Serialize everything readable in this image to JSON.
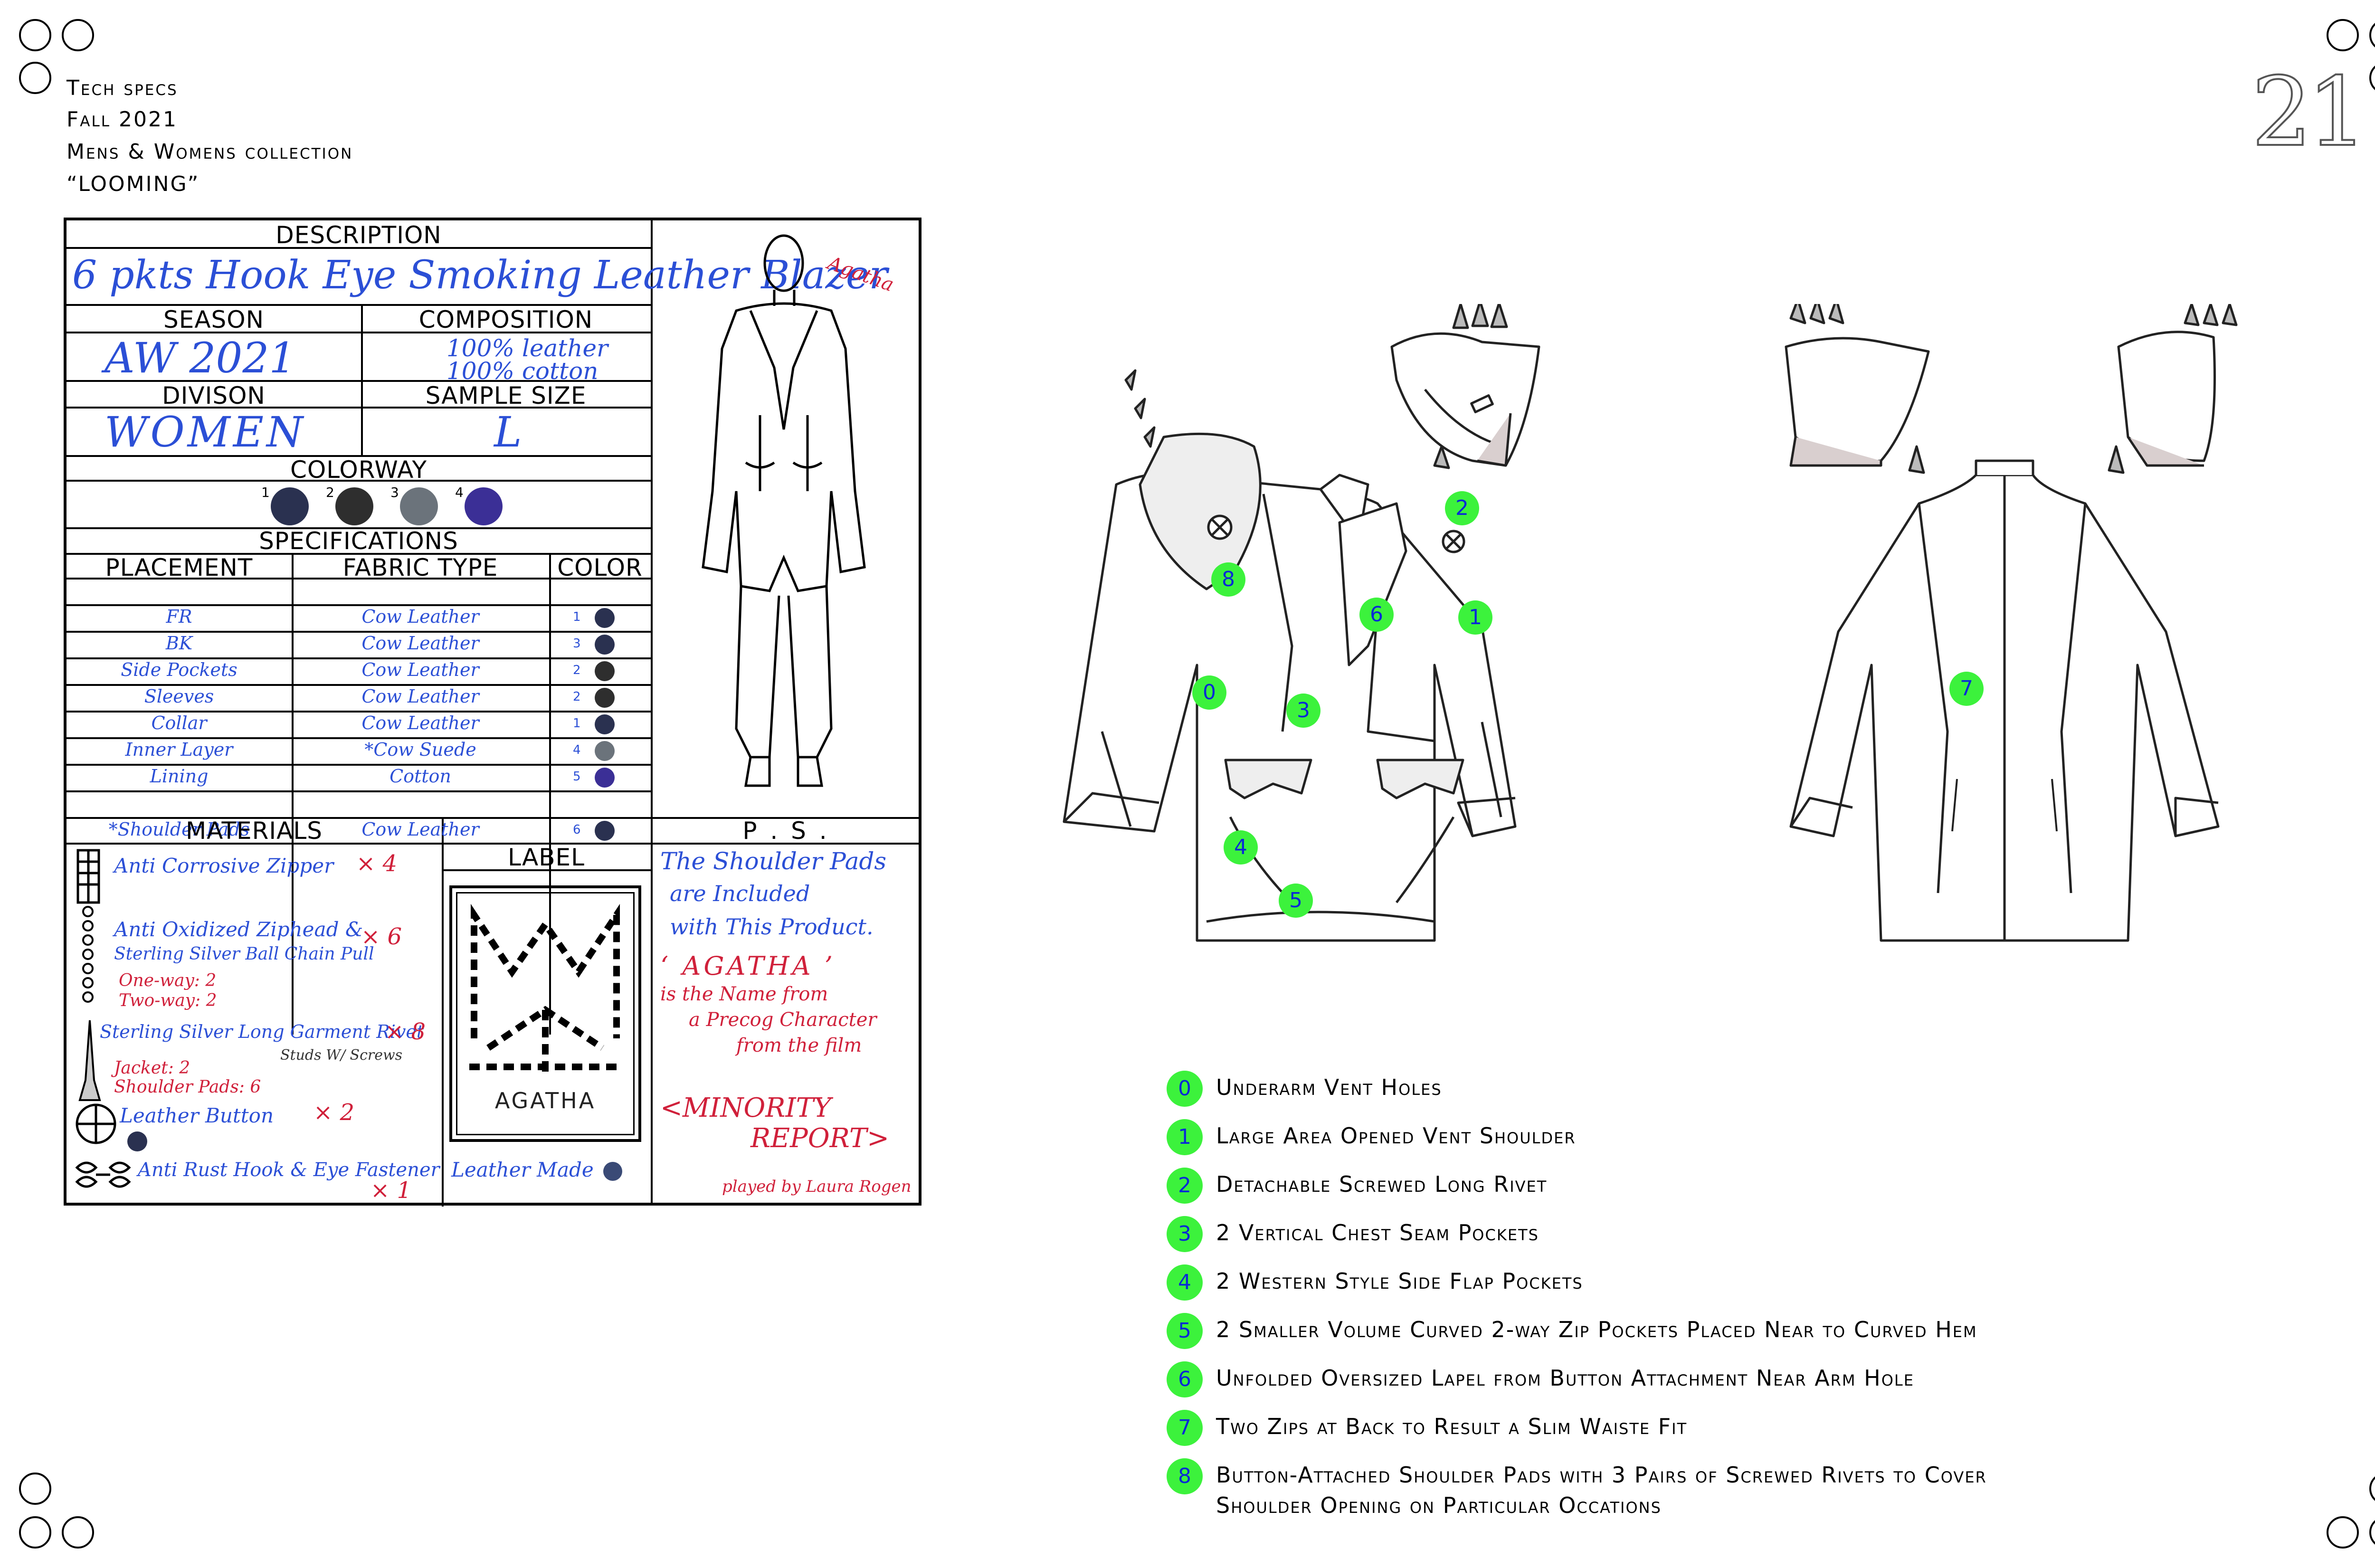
{
  "header": {
    "line1": "Tech specs",
    "line2": "Fall 2021",
    "line3": "Mens & Womens collection",
    "line4": "“LOOMING”",
    "page_number": "21"
  },
  "sheet": {
    "description_label": "DESCRIPTION",
    "description_value": "6 pkts Hook Eye Smoking Leather Blazer",
    "season_label": "SEASON",
    "season_value": "AW 2021",
    "composition_label": "COMPOSITION",
    "composition_line1": "100% leather",
    "composition_line2": "100% cotton",
    "division_label": "DIVISON",
    "division_value": "WOMEN",
    "sample_size_label": "SAMPLE SIZE",
    "sample_size_value": "L",
    "colorway_label": "COLORWAY",
    "colorway": [
      {
        "num": "1",
        "color": "#2a3150"
      },
      {
        "num": "2",
        "color": "#2e2e2e"
      },
      {
        "num": "3",
        "color": "#6b737b"
      },
      {
        "num": "4",
        "color": "#3b2f96"
      }
    ],
    "specifications_label": "SPECIFICATIONS",
    "spec_headers": [
      "PLACEMENT",
      "FABRIC TYPE",
      "COLOR"
    ],
    "spec_rows": [
      {
        "placement": "FR",
        "fabric": "Cow Leather",
        "num": "1",
        "color": "#2a3150"
      },
      {
        "placement": "BK",
        "fabric": "Cow Leather",
        "num": "3",
        "color": "#2a3150"
      },
      {
        "placement": "Side Pockets",
        "fabric": "Cow Leather",
        "num": "2",
        "color": "#2e2e2e"
      },
      {
        "placement": "Sleeves",
        "fabric": "Cow Leather",
        "num": "2",
        "color": "#2e2e2e"
      },
      {
        "placement": "Collar",
        "fabric": "Cow Leather",
        "num": "1",
        "color": "#2a3150"
      },
      {
        "placement": "Inner Layer",
        "fabric": "*Cow Suede",
        "num": "4",
        "color": "#6b737b"
      },
      {
        "placement": "Lining",
        "fabric": "Cotton",
        "num": "5",
        "color": "#3b2f96"
      },
      {
        "placement": "",
        "fabric": "",
        "num": "",
        "color": ""
      },
      {
        "placement": "*Shoulder Pads",
        "fabric": "Cow Leather",
        "num": "6",
        "color": "#2a3150"
      }
    ],
    "signature": "Agatha",
    "materials_label": "MATERIALS",
    "materials": {
      "zipper": "Anti Corrosive Zipper",
      "zipper_qty": "× 4",
      "ziphead_1": "Anti Oxidized Ziphead &",
      "ziphead_2": "Sterling Silver Ball Chain Pull",
      "ziphead_qty": "× 6",
      "oneway": "One-way: 2",
      "twoway": "Two-way: 2",
      "rivet": "Sterling Silver Long Garment Rivet",
      "rivet_qty": "× 8",
      "rivet_note": "Studs W/ Screws",
      "jacket": "Jacket: 2",
      "shoulder_pads": "Shoulder Pads: 6",
      "button": "Leather Button",
      "button_qty": "× 2",
      "hook": "Anti Rust Hook & Eye Fastener",
      "hook_qty": "× 1"
    },
    "label_label": "LABEL",
    "label_text": "AGATHA",
    "label_note": "Leather Made",
    "ps_label": "P . S .",
    "ps_blue_1": "The Shoulder Pads",
    "ps_blue_2": "are Included",
    "ps_blue_3": "with This Product.",
    "ps_red_1": "‘ AGATHA ’",
    "ps_red_2": "is the Name from",
    "ps_red_3": "a Precog Character",
    "ps_red_4": "from the film",
    "ps_red_5": "<MINORITY",
    "ps_red_6": "REPORT>",
    "ps_credit": "played by Laura Rogen"
  },
  "callouts_front": [
    "2",
    "8",
    "6",
    "1",
    "0",
    "3",
    "4",
    "5"
  ],
  "callout_back": "7",
  "notes": [
    {
      "num": "0",
      "text": "Underarm Vent Holes"
    },
    {
      "num": "1",
      "text": "Large Area Opened Vent Shoulder"
    },
    {
      "num": "2",
      "text": "Detachable Screwed Long Rivet"
    },
    {
      "num": "3",
      "text": "2 Vertical Chest Seam Pockets"
    },
    {
      "num": "4",
      "text": "2 Western Style Side Flap Pockets"
    },
    {
      "num": "5",
      "text": "2 Smaller Volume Curved 2-way Zip Pockets Placed Near to Curved Hem"
    },
    {
      "num": "6",
      "text": "Unfolded Oversized Lapel from Button Attachment Near Arm Hole"
    },
    {
      "num": "7",
      "text": "Two Zips at Back to Result a Slim Waiste Fit"
    },
    {
      "num": "8",
      "text": "Button-Attached Shoulder Pads with 3 Pairs of Screwed Rivets to Cover"
    }
  ],
  "note_8_line2": "Shoulder Opening on Particular Occations"
}
